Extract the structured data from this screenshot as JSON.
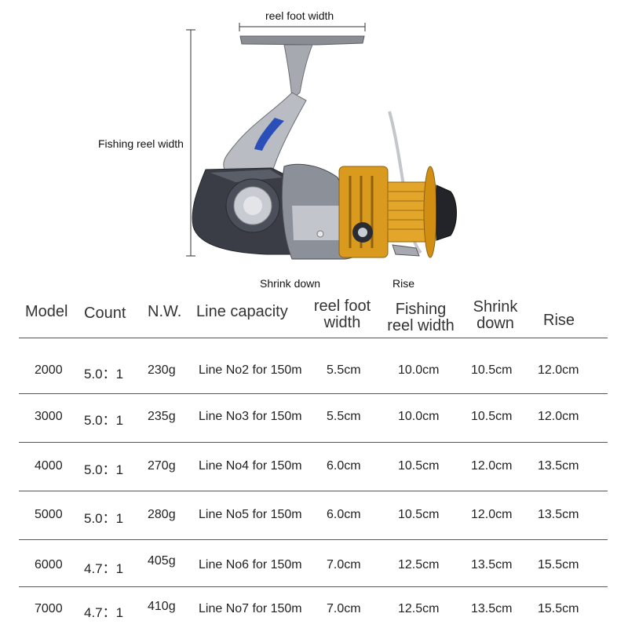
{
  "diagram": {
    "labels": {
      "reel_foot_width": "reel foot width",
      "fishing_reel_width": "Fishing reel width",
      "shrink_down": "Shrink down",
      "rise": "Rise"
    },
    "colors": {
      "body_dark": "#3a3d46",
      "body_silver": "#b9bcc2",
      "spool_gold": "#d99a1e",
      "accent_blue": "#2a4fb8"
    }
  },
  "table": {
    "headers": {
      "model": "Model",
      "count": "Count",
      "nw": "N.W.",
      "line_capacity": "Line capacity",
      "reel_foot_width_1": "reel foot",
      "reel_foot_width_2": "width",
      "fishing_reel_width_1": "Fishing",
      "fishing_reel_width_2": "reel width",
      "shrink_down_1": "Shrink",
      "shrink_down_2": "down",
      "rise": "Rise"
    },
    "rows": [
      {
        "model": "2000",
        "count": "5.0：1",
        "nw": "230g",
        "line": "Line No2 for 150m",
        "foot": "5.5cm",
        "fish": "10.0cm",
        "shrink": "10.5cm",
        "rise": "12.0cm"
      },
      {
        "model": "3000",
        "count": "5.0：1",
        "nw": "235g",
        "line": "Line No3 for 150m",
        "foot": "5.5cm",
        "fish": "10.0cm",
        "shrink": "10.5cm",
        "rise": "12.0cm"
      },
      {
        "model": "4000",
        "count": "5.0：1",
        "nw": "270g",
        "line": "Line No4 for 150m",
        "foot": "6.0cm",
        "fish": "10.5cm",
        "shrink": "12.0cm",
        "rise": "13.5cm"
      },
      {
        "model": "5000",
        "count": "5.0：1",
        "nw": "280g",
        "line": "Line No5 for 150m",
        "foot": "6.0cm",
        "fish": "10.5cm",
        "shrink": "12.0cm",
        "rise": "13.5cm"
      },
      {
        "model": "6000",
        "count": "4.7：1",
        "nw": "405g",
        "line": "Line No6 for 150m",
        "foot": "7.0cm",
        "fish": "12.5cm",
        "shrink": "13.5cm",
        "rise": "15.5cm"
      },
      {
        "model": "7000",
        "count": "4.7：1",
        "nw": "410g",
        "line": "Line No7 for 150m",
        "foot": "7.0cm",
        "fish": "12.5cm",
        "shrink": "13.5cm",
        "rise": "15.5cm"
      }
    ]
  }
}
